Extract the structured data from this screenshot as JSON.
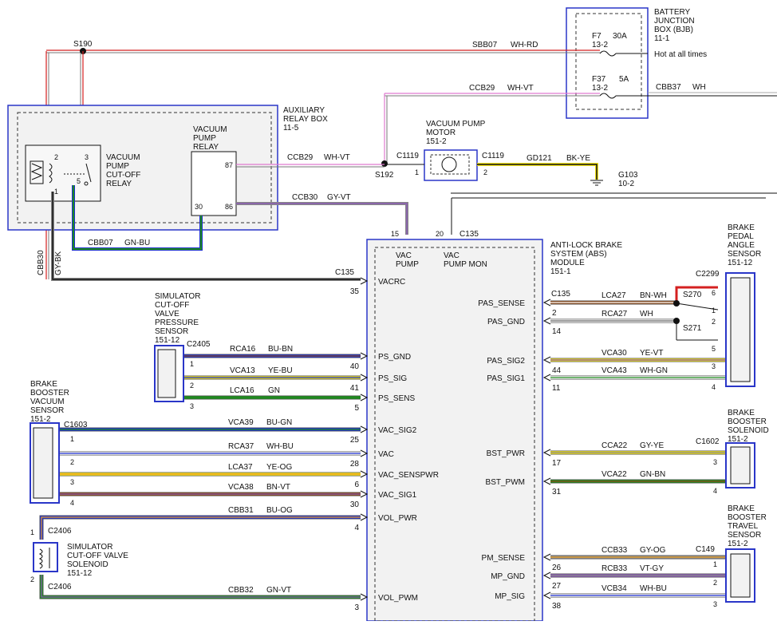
{
  "splices": {
    "s190": "S190",
    "s192": "S192",
    "s270": "S270",
    "s271": "S271"
  },
  "bjb": {
    "title": [
      "BATTERY",
      "JUNCTION",
      "BOX (BJB)",
      "11-1"
    ],
    "f7": "F7",
    "f7_amp": "30A",
    "f7_ref": "13-2",
    "f37": "F37",
    "f37_amp": "5A",
    "f37_ref": "13-2",
    "hot_label": "Hot at all times",
    "out_circuit": "CBB37",
    "out_color": "WH"
  },
  "top_wires": {
    "sbb07": "SBB07",
    "sbb07_color": "WH-RD",
    "ccb29": "CCB29",
    "ccb29_color": "WH-VT"
  },
  "aux_relay_box": {
    "title": [
      "AUXILIARY",
      "RELAY BOX",
      "11-5"
    ],
    "cutoff_relay": [
      "VACUUM",
      "PUMP",
      "CUT-OFF",
      "RELAY"
    ],
    "pump_relay": [
      "VACUUM",
      "PUMP",
      "RELAY"
    ],
    "pins": {
      "p2": "2",
      "p3": "3",
      "p1": "1",
      "p5": "5",
      "p87": "87",
      "p30": "30",
      "p86": "86"
    }
  },
  "relay_wires": {
    "ccb29": "CCB29",
    "ccb29_color": "WH-VT",
    "ccb30": "CCB30",
    "ccb30_color": "GY-VT",
    "cbb07": "CBB07",
    "cbb07_color": "GN-BU",
    "cbb30": "CBB30",
    "cbb30_color": "GY-BK"
  },
  "motor": {
    "title": [
      "VACUUM PUMP",
      "MOTOR",
      "151-2"
    ],
    "conn_in": "C1119",
    "conn_out": "C1119",
    "pin1": "1",
    "pin2": "2",
    "gd_circuit": "GD121",
    "gd_color": "BK-YE",
    "ground": "G103",
    "ground_ref": "10-2"
  },
  "abs": {
    "title": [
      "ANTI-LOCK BRAKE",
      "SYSTEM (ABS)",
      "MODULE",
      "151-1"
    ],
    "conn_c135": "C135",
    "pin15": "15",
    "pin20": "20",
    "vac_pump": [
      "VAC",
      "PUMP"
    ],
    "vac_pump_mon": [
      "VAC",
      "PUMP MON"
    ],
    "left_pins": [
      {
        "label": "VACRC",
        "pin": "35"
      },
      {
        "label": "PS_GND",
        "pin": "40"
      },
      {
        "label": "PS_SIG",
        "pin": "41"
      },
      {
        "label": "PS_SENS",
        "pin": "5"
      },
      {
        "label": "VAC_SIG2",
        "pin": "25"
      },
      {
        "label": "VAC",
        "pin": "28"
      },
      {
        "label": "VAC_SENSPWR",
        "pin": "6"
      },
      {
        "label": "VAC_SIG1",
        "pin": "30"
      },
      {
        "label": "VOL_PWR",
        "pin": "4"
      },
      {
        "label": "VOL_PWM",
        "pin": "3"
      }
    ],
    "right_pins": [
      {
        "label": "PAS_SENSE",
        "pin": "2"
      },
      {
        "label": "PAS_GND",
        "pin": "14"
      },
      {
        "label": "PAS_SIG2",
        "pin": "44"
      },
      {
        "label": "PAS_SIG1",
        "pin": "11"
      },
      {
        "label": "BST_PWR",
        "pin": "17"
      },
      {
        "label": "BST_PWM",
        "pin": "31"
      },
      {
        "label": "PM_SENSE",
        "pin": "26"
      },
      {
        "label": "MP_GND",
        "pin": "27"
      },
      {
        "label": "MP_SIG",
        "pin": "38"
      }
    ]
  },
  "left_wires": [
    {
      "circuit": "RCA16",
      "color": "BU-BN"
    },
    {
      "circuit": "VCA13",
      "color": "YE-BU"
    },
    {
      "circuit": "LCA16",
      "color": "GN"
    },
    {
      "circuit": "VCA39",
      "color": "BU-GN"
    },
    {
      "circuit": "RCA37",
      "color": "WH-BU"
    },
    {
      "circuit": "LCA37",
      "color": "YE-OG"
    },
    {
      "circuit": "VCA38",
      "color": "BN-VT"
    },
    {
      "circuit": "CBB31",
      "color": "BU-OG"
    },
    {
      "circuit": "CBB32",
      "color": "GN-VT"
    }
  ],
  "right_wires": [
    {
      "circuit": "LCA27",
      "color": "BN-WH"
    },
    {
      "circuit": "RCA27",
      "color": "WH"
    },
    {
      "circuit": "VCA30",
      "color": "YE-VT"
    },
    {
      "circuit": "VCA43",
      "color": "WH-GN"
    },
    {
      "circuit": "CCA22",
      "color": "GY-YE"
    },
    {
      "circuit": "VCA22",
      "color": "GN-BN"
    },
    {
      "circuit": "CCB33",
      "color": "GY-OG"
    },
    {
      "circuit": "RCB33",
      "color": "VT-GY"
    },
    {
      "circuit": "VCB34",
      "color": "WH-BU"
    }
  ],
  "sim_pressure_sensor": {
    "title": [
      "SIMULATOR",
      "CUT-OFF",
      "VALVE",
      "PRESSURE",
      "SENSOR",
      "151-12"
    ],
    "conn": "C2405",
    "pins": [
      "1",
      "2",
      "3"
    ]
  },
  "booster_vac_sensor": {
    "title": [
      "BRAKE",
      "BOOSTER",
      "VACUUM",
      "SENSOR",
      "151-2"
    ],
    "conn": "C1603",
    "pins": [
      "1",
      "2",
      "3",
      "4"
    ]
  },
  "sim_solenoid": {
    "title": [
      "SIMULATOR",
      "CUT-OFF VALVE",
      "SOLENOID",
      "151-12"
    ],
    "conn_top": "C2406",
    "conn_bottom": "C2406",
    "pin1": "1",
    "pin2": "2"
  },
  "pedal_angle_sensor": {
    "title": [
      "BRAKE",
      "PEDAL",
      "ANGLE",
      "SENSOR",
      "151-12"
    ],
    "conn": "C2299",
    "pins": [
      "6",
      "1",
      "2",
      "5",
      "3",
      "4"
    ]
  },
  "booster_solenoid": {
    "title": [
      "BRAKE",
      "BOOSTER",
      "SOLENOID",
      "151-2"
    ],
    "conn": "C1602",
    "pins": [
      "3",
      "4"
    ]
  },
  "travel_sensor": {
    "title": [
      "BRAKE",
      "BOOSTER",
      "TRAVEL",
      "SENSOR",
      "151-2"
    ],
    "conn": "C149",
    "pins": [
      "1",
      "2",
      "3"
    ]
  },
  "wire_colors": {
    "red": "#d42020",
    "pink": "#e07ad0",
    "violet": "#8a5ab5",
    "green": "#1e8a1e",
    "blue": "#1c2fd0",
    "yellow": "#f2e21a",
    "brown": "#8b4a1a",
    "gray": "#888888",
    "black": "#111111",
    "box_blue": "#2a36c8"
  }
}
